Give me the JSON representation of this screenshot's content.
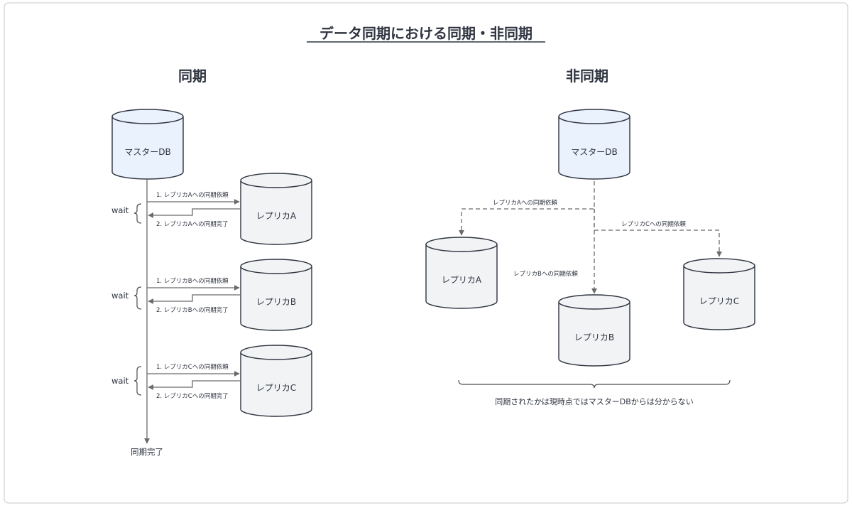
{
  "title": "データ同期における同期・非同期",
  "sync": {
    "heading": "同期",
    "master": "マスターDB",
    "replicas": [
      {
        "label": "レプリカA",
        "request": "1. レプリカAへの同期依頼",
        "done": "2. レプリカAへの同期完了",
        "wait": "wait"
      },
      {
        "label": "レプリカB",
        "request": "1. レプリカBへの同期依頼",
        "done": "2. レプリカBへの同期完了",
        "wait": "wait"
      },
      {
        "label": "レプリカC",
        "request": "1. レプリカCへの同期依頼",
        "done": "2. レプリカCへの同期完了",
        "wait": "wait"
      }
    ],
    "completion": "同期完了"
  },
  "async": {
    "heading": "非同期",
    "master": "マスターDB",
    "replicas": [
      {
        "label": "レプリカA",
        "request": "レプリカAへの同期依頼"
      },
      {
        "label": "レプリカB",
        "request": "レプリカBへの同期依頼"
      },
      {
        "label": "レプリカC",
        "request": "レプリカCへの同期依頼"
      }
    ],
    "note": "同期されたかは現時点ではマスターDBからは分からない"
  },
  "colors": {
    "master_fill": "#eaf2fd",
    "replica_fill": "#f2f3f5",
    "stroke": "#2f3440",
    "arrow": "#6b6b6b"
  }
}
